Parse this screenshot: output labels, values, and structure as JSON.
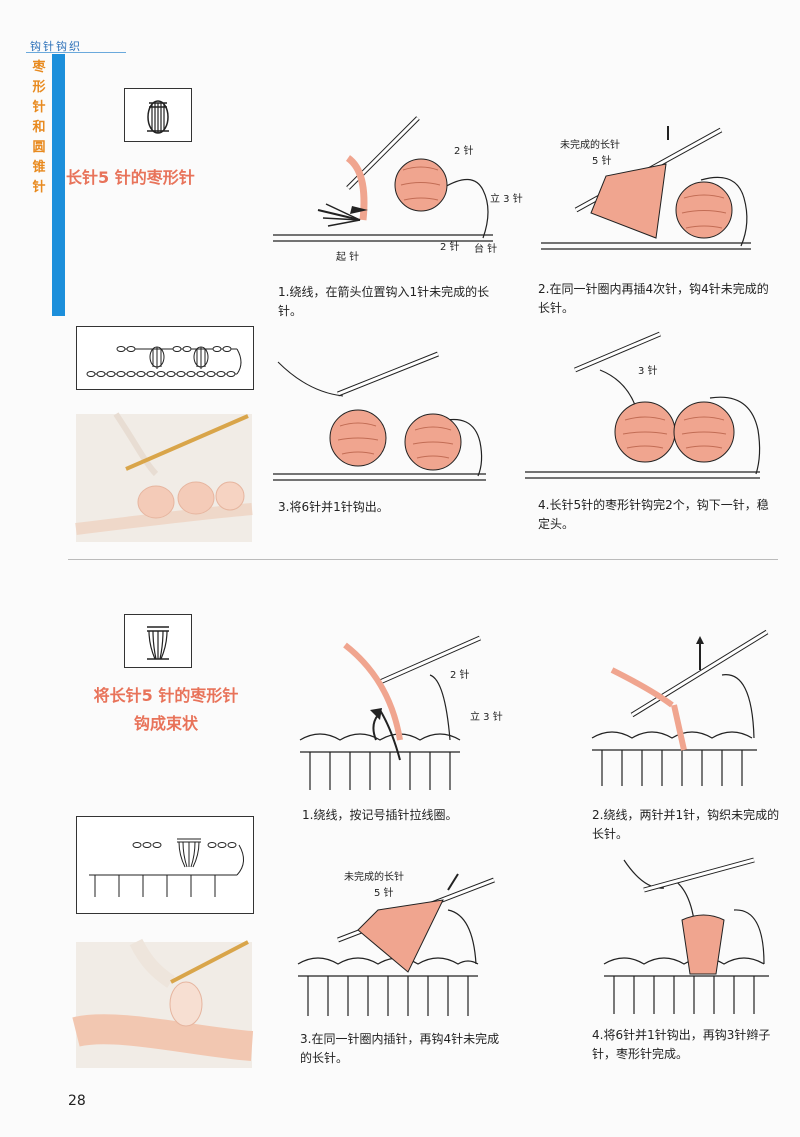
{
  "header": {
    "category": "钩针钩织"
  },
  "sidebar": {
    "chars": [
      "枣",
      "形",
      "针",
      "和",
      "圆",
      "锥",
      "针"
    ]
  },
  "page_number": "28",
  "section1": {
    "title": "长针5 针的枣形针",
    "steps": [
      {
        "caption": "1.绕线，在箭头位置钩入1针未完成的长针。",
        "labels": [
          "2 针",
          "立 3 针",
          "起 针",
          "2 针",
          "台 针"
        ]
      },
      {
        "caption": "2.在同一针圈内再插4次针，钩4针未完成的长针。",
        "labels": [
          "未完成的长针",
          "5 针"
        ]
      },
      {
        "caption": "3.将6针并1针钩出。",
        "labels": []
      },
      {
        "caption": "4.长针5针的枣形针钩完2个，钩下一针，稳定头。",
        "labels": [
          "3 针"
        ]
      }
    ]
  },
  "section2": {
    "title_line1": "将长针5 针的枣形针",
    "title_line2": "钩成束状",
    "steps": [
      {
        "caption": "1.绕线，按记号插针拉线圈。",
        "labels": [
          "2 针",
          "立 3 针"
        ]
      },
      {
        "caption": "2.绕线，两针并1针，钩织未完成的长针。",
        "labels": []
      },
      {
        "caption": "3.在同一针圈内插针，再钩4针未完成的长针。",
        "labels": [
          "未完成的长针",
          "5 针"
        ]
      },
      {
        "caption": "4.将6针并1针钩出，再钩3针辫子针，枣形针完成。",
        "labels": []
      }
    ]
  },
  "colors": {
    "accent_blue": "#1c8fdb",
    "sidebar_orange": "#e88a1f",
    "title_salmon": "#e8735a",
    "bobble_fill": "#f0a58f",
    "hook_gold": "#d9a54a"
  }
}
